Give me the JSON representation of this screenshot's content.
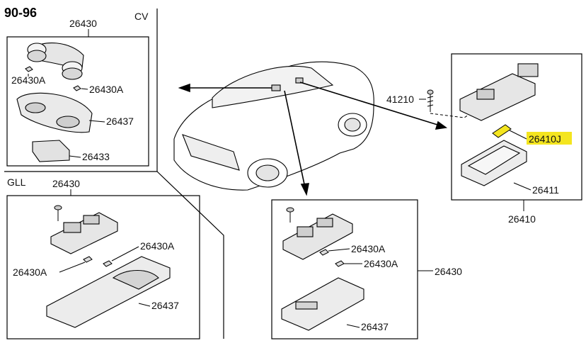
{
  "title": "90-96",
  "sections": {
    "cv": {
      "variant": "CV",
      "part_top": "26430",
      "clip_a": "26430A",
      "clip_b": "26430A",
      "lens": "26437",
      "cover": "26433"
    },
    "gll": {
      "variant": "GLL",
      "part_top": "26430",
      "clip_a": "26430A",
      "clip_b": "26430A",
      "lens": "26437"
    },
    "center": {
      "clip_a": "26430A",
      "clip_b": "26430A",
      "assembly": "26430",
      "lens": "26437"
    },
    "right": {
      "screw": "41210",
      "bulb": "26410J",
      "lens": "26411",
      "assembly": "26410"
    }
  },
  "colors": {
    "highlight": "#f4e51f",
    "line": "#000000",
    "part_fill": "#e6e6e6"
  }
}
